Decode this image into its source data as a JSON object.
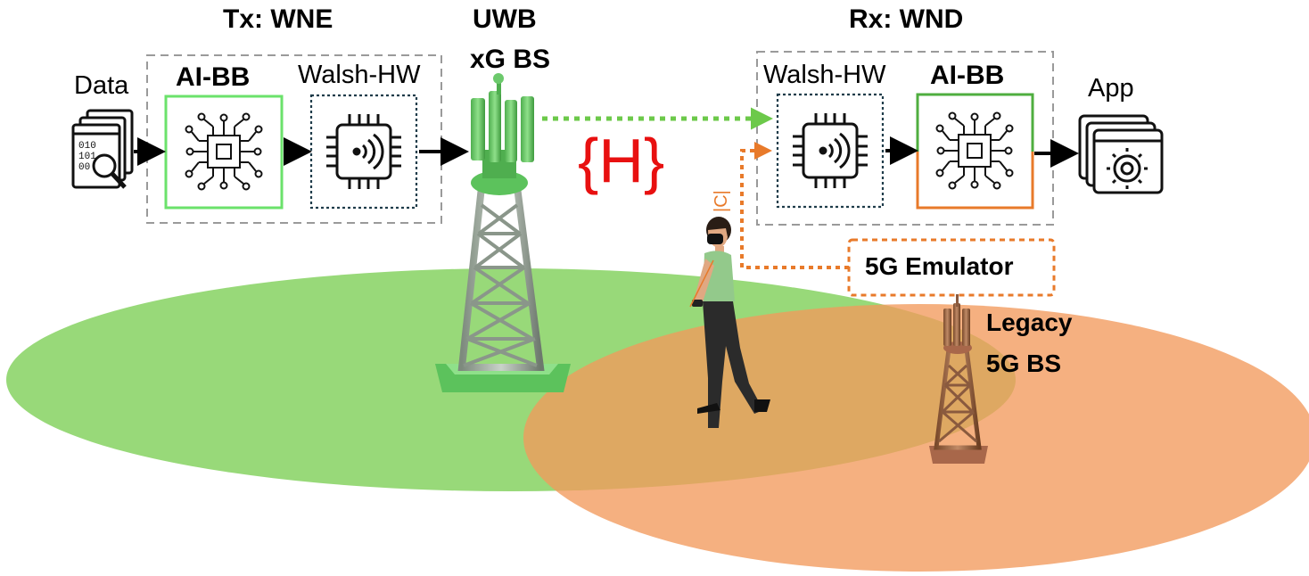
{
  "tx_title": "Tx: WNE",
  "rx_title": "Rx: WND",
  "bs_title_1": "UWB",
  "bs_title_2": "xG BS",
  "data_label": "Data",
  "app_label": "App",
  "tx_aibb": "AI-BB",
  "tx_walsh": "Walsh-HW",
  "rx_walsh": "Walsh-HW",
  "rx_aibb": "AI-BB",
  "channel_label": "{H}",
  "ci_label": "|C|",
  "emulator_label": "5G Emulator",
  "legacy_1": "Legacy",
  "legacy_2": "5G BS",
  "icons": {
    "data": "data-search-icon",
    "ai": "ai-chip-icon",
    "walsh": "wireless-chip-icon",
    "app": "app-settings-icon",
    "tower": "cell-tower-icon",
    "person": "person-icon"
  },
  "colors": {
    "uwb_coverage": "#8fd66e",
    "legacy_coverage": "#f5a36b",
    "channel_arrow": "#6cc94a",
    "interference_arrow": "#e87a2a",
    "channel_text": "#e81010",
    "ai_box_green": "#6be26b",
    "ai_box_orange": "#e87a2a"
  }
}
